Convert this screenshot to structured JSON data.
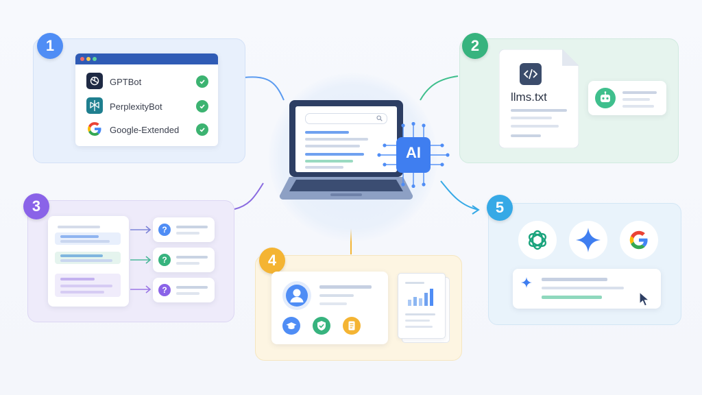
{
  "steps": [
    {
      "number": "1",
      "color": "#4f8df5"
    },
    {
      "number": "2",
      "color": "#37b37e"
    },
    {
      "number": "3",
      "color": "#8a63e8"
    },
    {
      "number": "4",
      "color": "#f4b433"
    },
    {
      "number": "5",
      "color": "#36a9e6"
    }
  ],
  "crawlers": [
    {
      "name": "GPTBot",
      "icon": "openai-icon",
      "allowed": true
    },
    {
      "name": "PerplexityBot",
      "icon": "perplexity-icon",
      "allowed": true
    },
    {
      "name": "Google-Extended",
      "icon": "google-icon",
      "allowed": true
    }
  ],
  "llms_file": {
    "filename": "llms.txt",
    "icon": "code-icon"
  },
  "center": {
    "chip_label": "AI"
  },
  "faq": {
    "question_mark": "?",
    "colors": [
      "#4f8df5",
      "#37b37e",
      "#8a63e8"
    ]
  },
  "eeat_icons": [
    "graduation-cap-icon",
    "shield-check-icon",
    "document-icon"
  ],
  "ai_engines": [
    "chatgpt-icon",
    "gemini-sparkle-icon",
    "google-icon"
  ]
}
